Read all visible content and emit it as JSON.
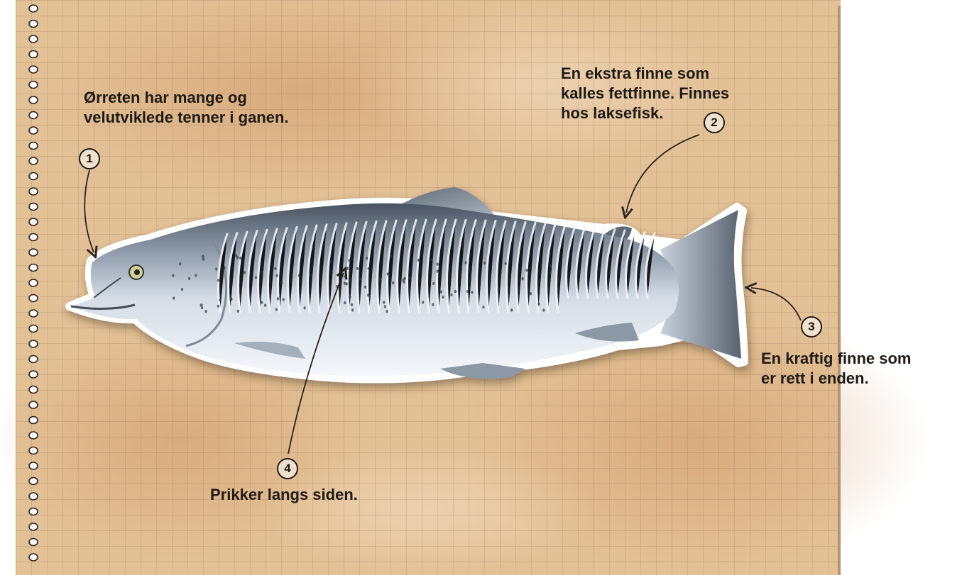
{
  "colors": {
    "paper": "#e3c197",
    "paper_stain": "#d8a77a",
    "grid_line": "#8f6f55",
    "fish_back": "#55606d",
    "fish_belly": "#f1f5f9",
    "text": "#1f1a16"
  },
  "annotations": [
    {
      "number": "1",
      "text": "Ørreten har mange og\nvelutviklede tenner i ganen."
    },
    {
      "number": "2",
      "text": "En ekstra finne som\nkalles fettfinne. Finnes\nhos laksefisk."
    },
    {
      "number": "3",
      "text": "En kraftig finne som\ner rett i enden."
    },
    {
      "number": "4",
      "text": "Prikker langs siden."
    }
  ]
}
